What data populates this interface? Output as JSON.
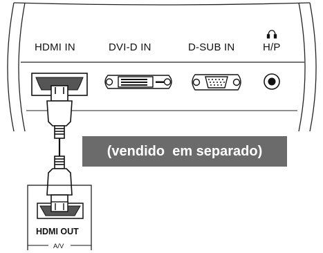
{
  "monitor": {
    "ports": [
      {
        "label": "HDMI IN"
      },
      {
        "label": "DVI-D IN"
      },
      {
        "label": "D-SUB IN"
      },
      {
        "label": "H/P",
        "icon": "headphone-icon"
      }
    ]
  },
  "note": {
    "text": "(vendido  em separado)",
    "background": "#6b6b6b",
    "color": "#ffffff"
  },
  "source_device": {
    "port_label": "HDMI OUT",
    "bracket_label": "A/V"
  }
}
